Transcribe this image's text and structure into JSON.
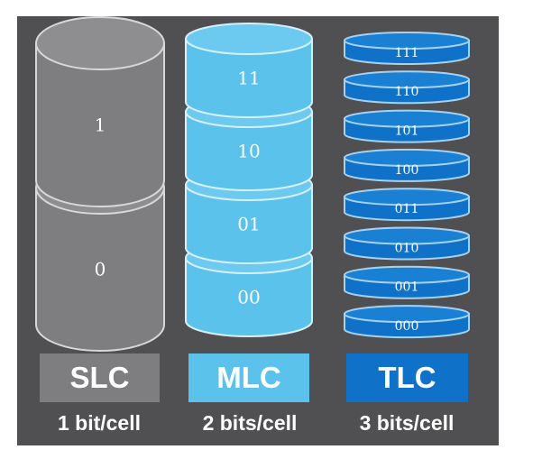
{
  "colors": {
    "panel": "#505052",
    "slc": "#7e7e80",
    "mlc": "#5bc2ec",
    "tlc": "#0f72c8"
  },
  "slc": {
    "values": [
      "1",
      "0"
    ],
    "label": "SLC",
    "caption": "1 bit/cell"
  },
  "mlc": {
    "values": [
      "11",
      "10",
      "01",
      "00"
    ],
    "label": "MLC",
    "caption": "2 bits/cell"
  },
  "tlc": {
    "values": [
      "111",
      "110",
      "101",
      "100",
      "011",
      "010",
      "001",
      "000"
    ],
    "label": "TLC",
    "caption": "3 bits/cell"
  }
}
